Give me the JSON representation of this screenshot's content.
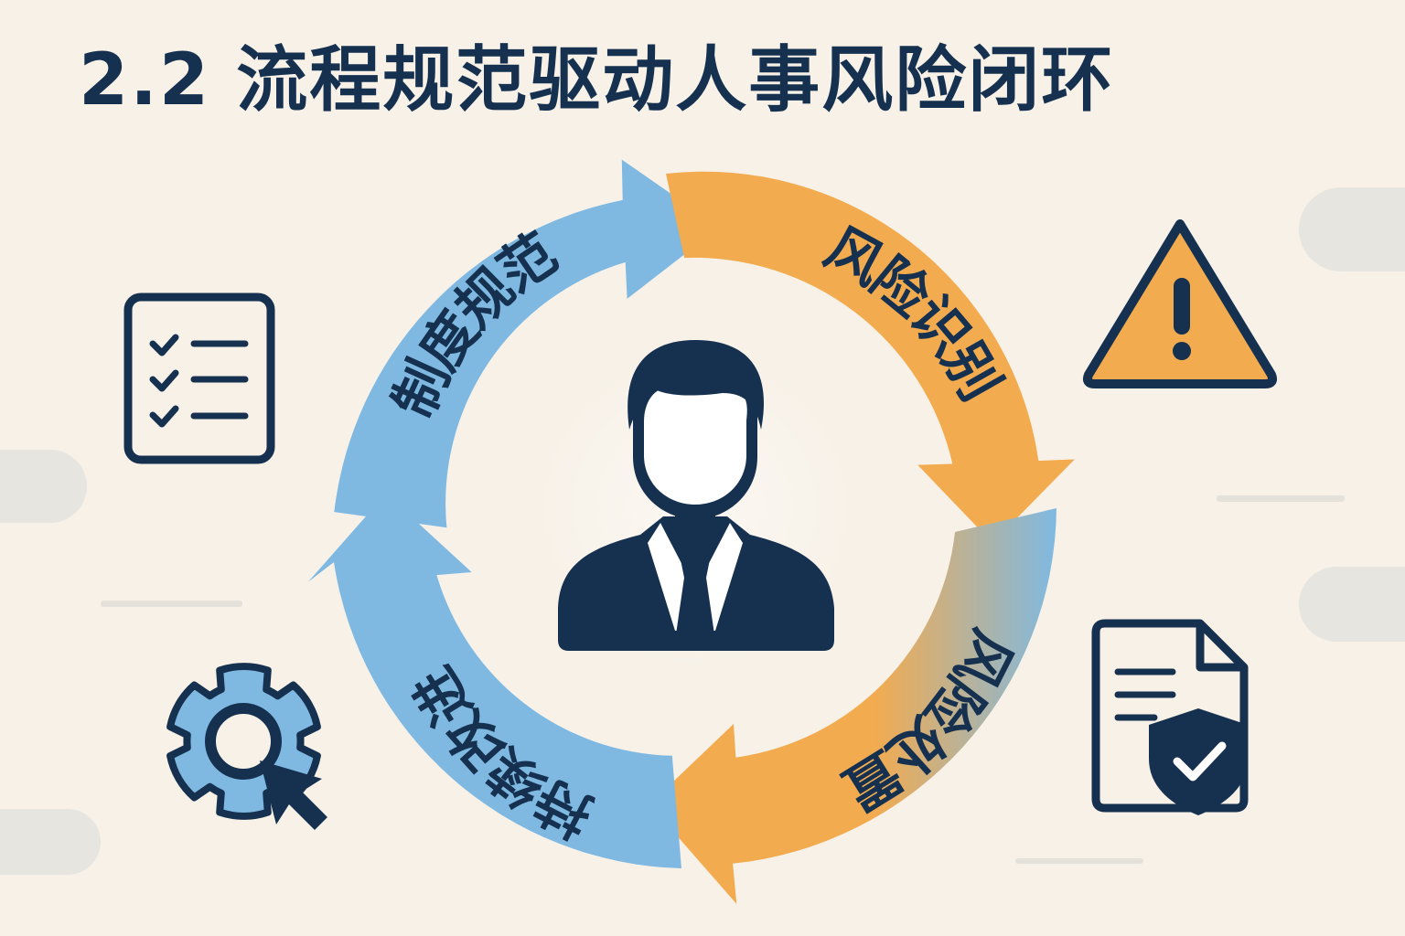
{
  "title": {
    "number": "2.2",
    "text": "流程规范驱动人事风险闭环"
  },
  "cycle": {
    "segments": [
      {
        "id": "top-left",
        "label": "制度规范",
        "color": "#7fb9e2"
      },
      {
        "id": "top-right",
        "label": "风险识别",
        "color": "#f3ab4f"
      },
      {
        "id": "bottom-right",
        "label": "风险处置",
        "color": "#7fb9e2"
      },
      {
        "id": "bottom-left",
        "label": "持续改进",
        "color": "#7fb9e2"
      }
    ]
  },
  "icons": {
    "center": "person-icon",
    "left_top": "checklist-icon",
    "right_top": "warning-icon",
    "left_bottom": "gear-cursor-icon",
    "right_bottom": "document-shield-icon"
  },
  "colors": {
    "background": "#f7f1e8",
    "navy": "#15314f",
    "blue": "#7fb9e2",
    "orange": "#f3ab4f"
  }
}
